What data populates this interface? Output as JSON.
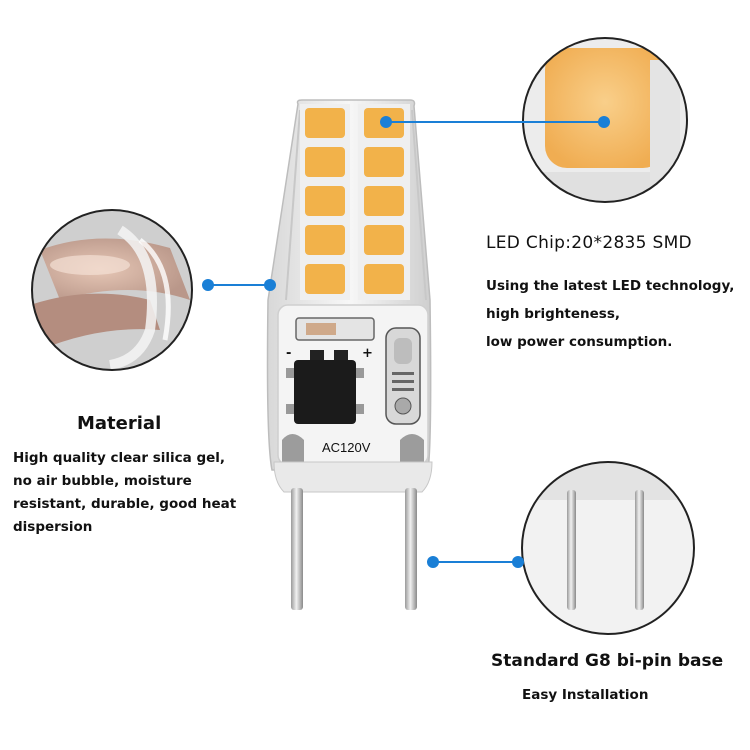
{
  "led_chip": {
    "title": "LED Chip:20*2835 SMD",
    "lines": [
      "Using the latest LED technology,",
      "high brighteness,",
      "low power consumption."
    ]
  },
  "material": {
    "title": "Material",
    "lines": [
      "High quality clear silica gel,",
      "no air bubble, moisture",
      "resistant, durable, good heat",
      "dispersion"
    ]
  },
  "base": {
    "title": "Standard G8 bi-pin base",
    "subtitle": "Easy Installation"
  },
  "board": {
    "voltage_label": "AC120V",
    "minus": "-",
    "plus": "+"
  },
  "colors": {
    "pointer_blue": "#1a7fd6",
    "led_amber": "#f2b24a",
    "led_light": "#f7c878"
  },
  "icons": {
    "chip_detail": "led-chip-closeup",
    "material_detail": "silicone-gel-closeup",
    "base_detail": "bi-pin-closeup"
  }
}
